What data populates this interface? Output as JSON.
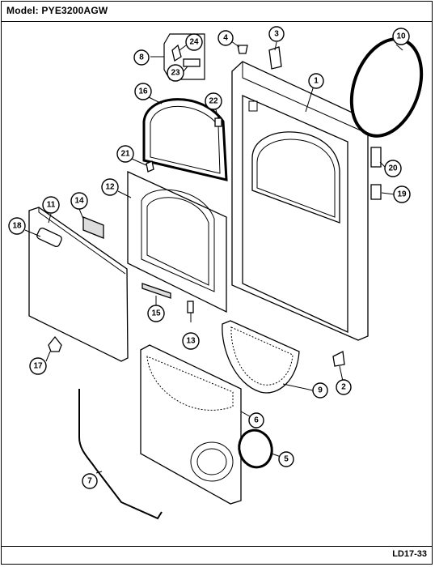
{
  "header": {
    "model_label": "Model:",
    "model_number": "PYE3200AGW"
  },
  "footer": {
    "figure_code": "LD17-33"
  },
  "callouts": {
    "c1": "1",
    "c2": "2",
    "c3": "3",
    "c4": "4",
    "c5": "5",
    "c6": "6",
    "c7": "7",
    "c8": "8",
    "c9": "9",
    "c10": "10",
    "c11": "11",
    "c12": "12",
    "c13": "13",
    "c14": "14",
    "c15": "15",
    "c16": "16",
    "c17": "17",
    "c18": "18",
    "c19": "19",
    "c20": "20",
    "c21": "21",
    "c22": "22",
    "c23": "23",
    "c24": "24"
  }
}
